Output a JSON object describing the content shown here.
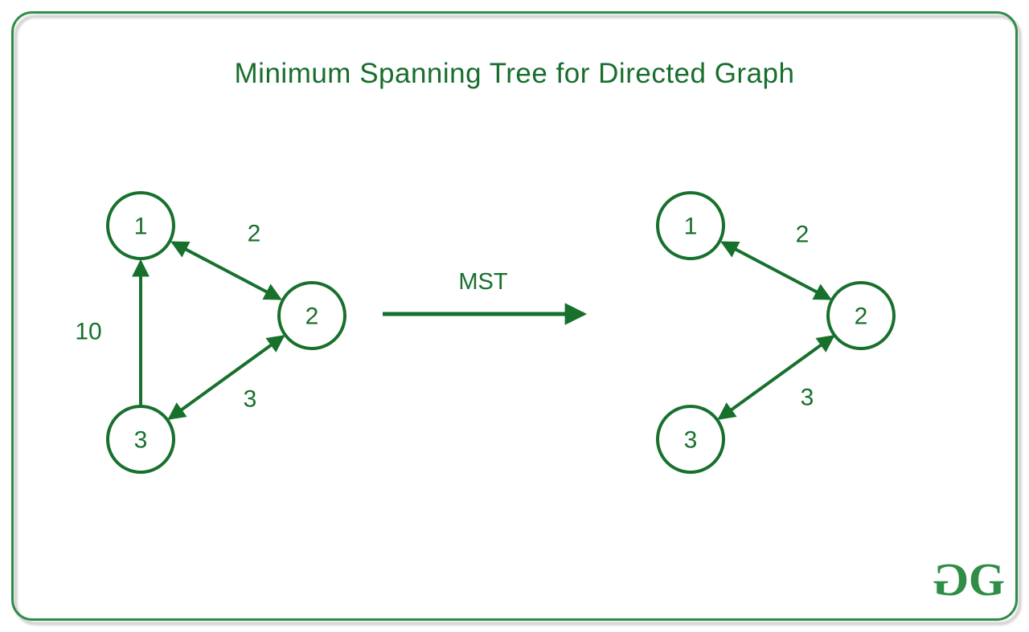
{
  "title": "Minimum Spanning Tree for Directed Graph",
  "transform_label": "MST",
  "colors": {
    "diagram_green": "#17702c",
    "frame_green": "#2f8d46",
    "logo_green": "#2f8d46",
    "shadow_gray": "#b5b5b5"
  },
  "left_graph": {
    "description": "input directed graph",
    "nodes": [
      {
        "label": "1"
      },
      {
        "label": "2"
      },
      {
        "label": "3"
      }
    ],
    "edges": [
      {
        "from": "1",
        "to": "2",
        "weight": "2",
        "direction": "bidirectional"
      },
      {
        "from": "3",
        "to": "1",
        "weight": "10",
        "direction": "one-way"
      },
      {
        "from": "3",
        "to": "2",
        "weight": "3",
        "direction": "bidirectional"
      }
    ]
  },
  "right_graph": {
    "description": "resulting minimum spanning tree",
    "nodes": [
      {
        "label": "1"
      },
      {
        "label": "2"
      },
      {
        "label": "3"
      }
    ],
    "edges": [
      {
        "from": "1",
        "to": "2",
        "weight": "2",
        "direction": "bidirectional"
      },
      {
        "from": "3",
        "to": "2",
        "weight": "3",
        "direction": "bidirectional"
      }
    ]
  },
  "logo": {
    "first_g": "G",
    "second_g": "G"
  }
}
